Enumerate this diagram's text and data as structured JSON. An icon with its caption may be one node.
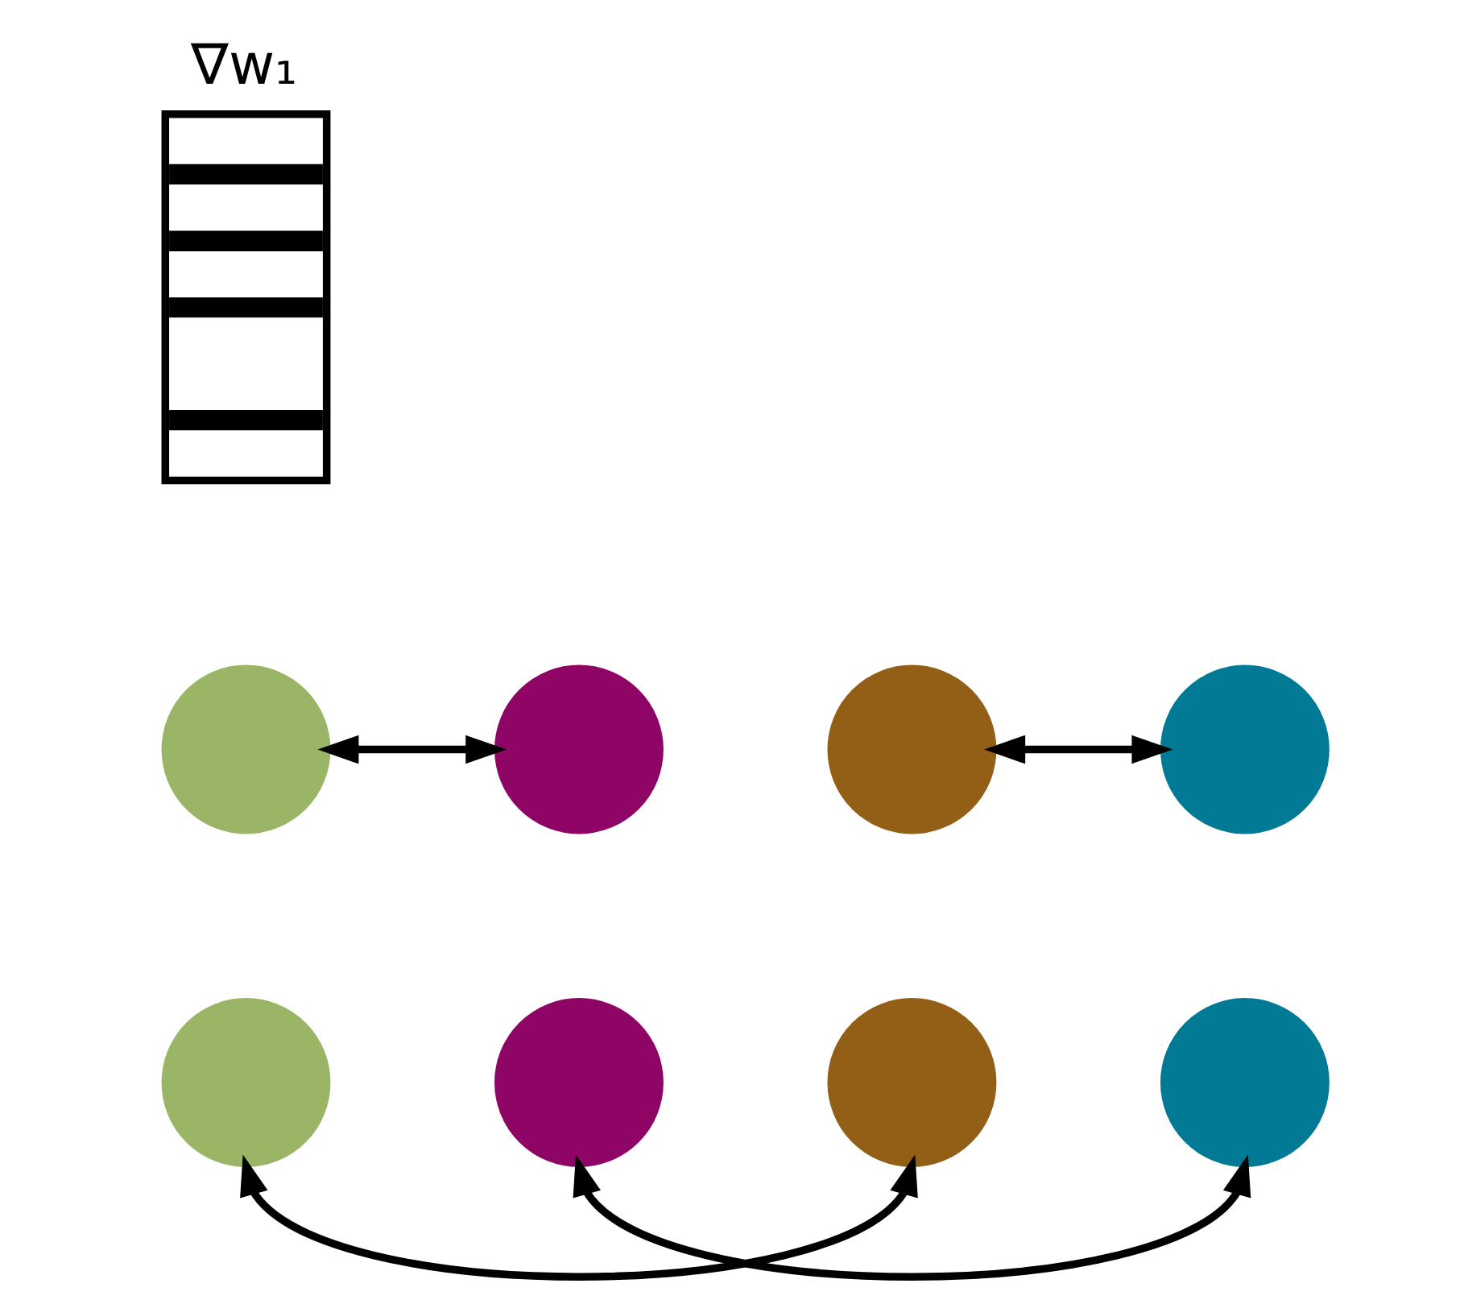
{
  "diagram": {
    "nodes": [
      {
        "text": [
          "∇w₁"
        ]
      },
      {
        "text": [],
        "shape": "circle"
      },
      {
        "text": [],
        "shape": "circle"
      },
      {
        "text": [],
        "shape": "circle"
      },
      {
        "text": [],
        "shape": "circle"
      },
      {
        "text": [],
        "shape": "circle"
      },
      {
        "text": [],
        "shape": "circle"
      },
      {
        "text": [],
        "shape": "circle"
      },
      {
        "text": [],
        "shape": "circle"
      }
    ],
    "edges": [
      {
        "from": 1,
        "to": 2,
        "arrow": "both"
      },
      {
        "from": 3,
        "to": 4,
        "arrow": "both"
      },
      {
        "from": 5,
        "to": 7,
        "arrow": "both"
      },
      {
        "from": 6,
        "to": 8,
        "arrow": "both"
      }
    ]
  }
}
